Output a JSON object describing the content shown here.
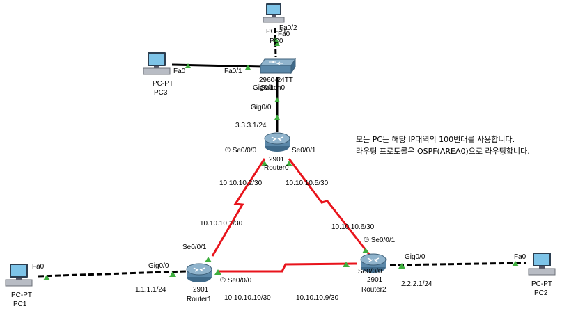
{
  "devices": {
    "pc0": {
      "type": "PC-PT",
      "name": "PC0"
    },
    "pc1": {
      "type": "PC-PT",
      "name": "PC1"
    },
    "pc2": {
      "type": "PC-PT",
      "name": "PC2"
    },
    "pc3": {
      "type": "PC-PT",
      "name": "PC3"
    },
    "switch0": {
      "model": "2960-24TT",
      "name": "Switch0"
    },
    "router0": {
      "model": "2901",
      "name": "Router0"
    },
    "router1": {
      "model": "2901",
      "name": "Router1"
    },
    "router2": {
      "model": "2901",
      "name": "Router2"
    }
  },
  "ports": {
    "pc0_fa0": "Fa0",
    "sw_fa02": "Fa0/2",
    "pc3_fa0": "Fa0",
    "sw_fa01": "Fa0/1",
    "sw_gig01": "Gig0/1",
    "r0_gig00": "Gig0/0",
    "r0_se000": "Se0/0/0",
    "r0_se001": "Se0/0/1",
    "r1_se001": "Se0/0/1",
    "r1_gig00": "Gig0/0",
    "r1_se000": "Se0/0/0",
    "pc1_fa0": "Fa0",
    "r2_se001": "Se0/0/1",
    "r2_se000": "Se0/0/0",
    "r2_gig00": "Gig0/0",
    "pc2_fa0": "Fa0"
  },
  "addresses": {
    "r0_gig": "3.3.3.1/24",
    "r0_se000": "10.10.10.2/30",
    "r0_se001": "10.10.10.5/30",
    "r1_se001": "10.10.10.1/30",
    "r1_gig": "1.1.1.1/24",
    "r1_se000": "10.10.10.10/30",
    "r2_se001": "10.10.10.6/30",
    "r2_se000": "10.10.10.9/30",
    "r2_gig": "2.2.2.1/24"
  },
  "note": {
    "line1": "모든 PC는 해당 IP대역의 100번대를 사용합니다.",
    "line2": "라우팅 프로토콜은 OSPF(AREA0)으로 라우팅합니다."
  },
  "colors": {
    "serial_link": "#e8141c",
    "ethernet_link": "#000000",
    "link_up": "#3fae3f",
    "router_body": "#5a87a8",
    "pc_screen": "#7ec4e8"
  }
}
